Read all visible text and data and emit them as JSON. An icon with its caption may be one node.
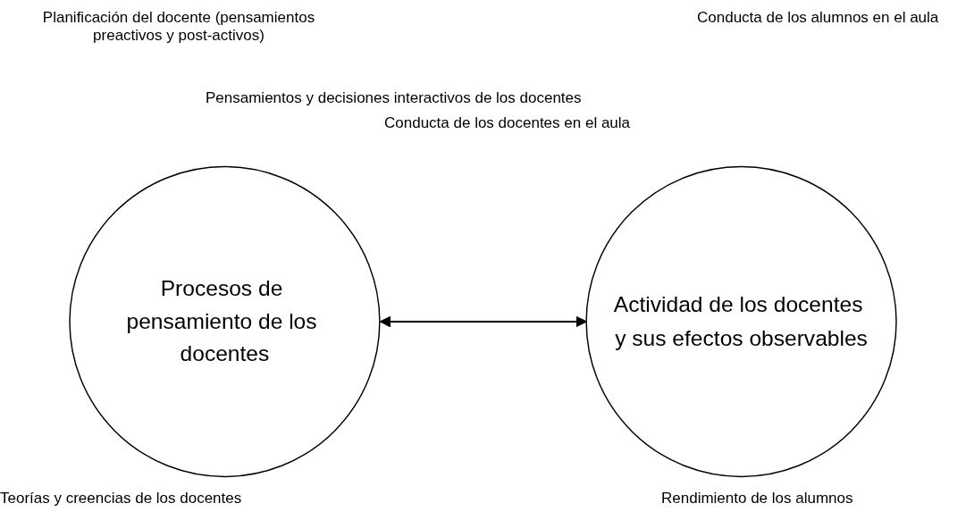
{
  "diagram": {
    "nodes": [
      {
        "text": [
          "Procesos de pensamiento de los docentes"
        ]
      },
      {
        "text": [
          "Actividad de los docentes y sus efectos observables"
        ]
      }
    ],
    "edges": [
      {
        "from": 0,
        "to": 1,
        "arrow": "both"
      }
    ],
    "labels": [
      "Planificación del docente (pensamientos preactivos y post-activos)",
      "Conducta de los alumnos en el aula",
      "Pensamientos y decisiones interactivos de los docentes",
      "Conducta de los docentes en el aula",
      "Teorías y creencias de los docentes",
      "Rendimiento de los alumnos"
    ]
  }
}
